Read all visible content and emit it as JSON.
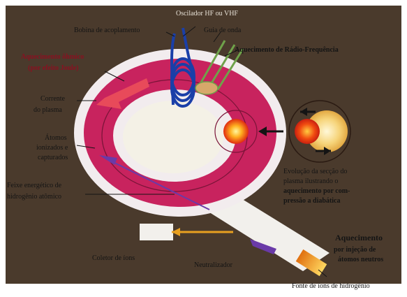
{
  "labels": {
    "oscillator": "Oscilador HF ou VHF",
    "coupling_coil": "Bobina de acoplamento",
    "waveguide": "Guia de onda",
    "rf_heating": "Aquecimento de Rádio-Frequência",
    "ohmic_heating_line1": "Aquecimento ôhmico",
    "ohmic_heating_line2": "(por efeito Joule)",
    "plasma_current_line1": "Corrente",
    "plasma_current_line2": "do plasma",
    "ions_line1": "Átomos",
    "ions_line2": "ionizados e",
    "ions_line3": "capturados",
    "beam_line1": "Feixe energético de",
    "beam_line2": "hidrogênio atômico",
    "evolution_line1": "Evolução da secção do",
    "evolution_line2": "plasma ilustrando o",
    "evolution_line3": "aquecimento por com-",
    "evolution_line4": "pressão a diabática",
    "ion_collector": "Coletor de íons",
    "neutralizer": "Neutralizador",
    "neutral_injection_line1": "Aquecimento",
    "neutral_injection_line2": "por injeção de",
    "neutral_injection_line3": "átomos neutros",
    "ion_source": "Fonte de íons de hidrogênio"
  },
  "colors": {
    "background": "#4a3a2c",
    "torus": "#c8235e",
    "torus_rim": "#f2ecee",
    "center_hole": "#f4f1e6",
    "coil": "#1a3fa8",
    "waveguide": "#6fa24a",
    "beam_tube": "#f2f0ec",
    "beam_particles": "#6a3aa8",
    "collector_arrow": "#e8a020",
    "ion_source": "#f0a020",
    "hot_spot": "#ff5a10",
    "text_dark": "#141414",
    "text_accent": "#8a1020"
  }
}
